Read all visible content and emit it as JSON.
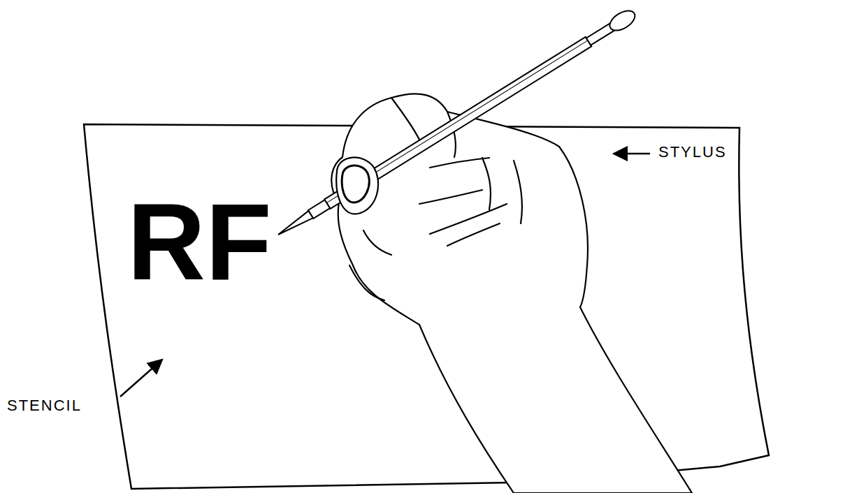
{
  "diagram": {
    "labels": [
      "STYLUS",
      "STENCIL",
      "RF"
    ]
  }
}
